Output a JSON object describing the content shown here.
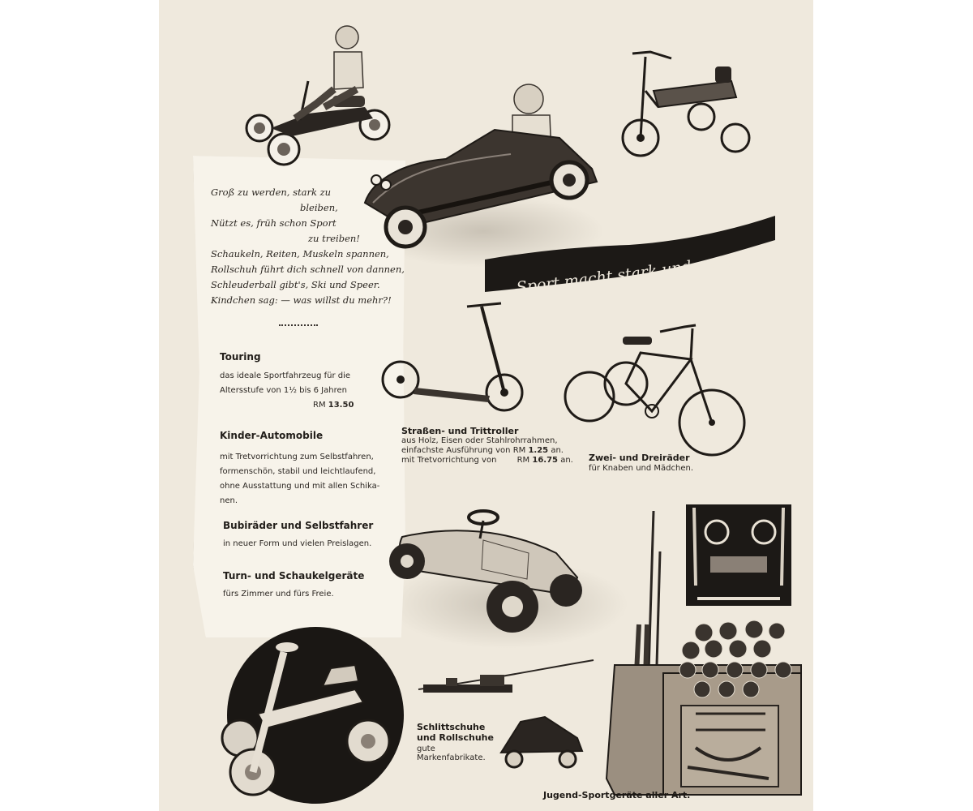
{
  "poem": {
    "lines": [
      "Groß zu werden, stark zu",
      "bleiben,",
      "Nützt es, früh schon Sport",
      "zu treiben!",
      "Schaukeln, Reiten, Muskeln spannen,",
      "Rollschuh führt dich schnell von dannen,",
      "Schleuderball gibt's, Ski und Speer.",
      "Kindchen sag: — was willst du mehr?!"
    ]
  },
  "sections": [
    {
      "title": "Touring",
      "lines": [
        "das ideale Sportfahrzeug für die",
        "Altersstufe von 1½ bis 6 Jahren"
      ],
      "price_label": "RM",
      "price": "13.50"
    },
    {
      "title": "Kinder-Automobile",
      "lines": [
        "mit Tretvorrichtung zum Selbstfahren,",
        "formenschön, stabil und leichtlaufend,",
        "ohne Ausstattung und mit allen Schika-",
        "nen."
      ]
    },
    {
      "title": "Bubiräder und Selbstfahrer",
      "lines": [
        "in neuer Form und vielen Preislagen."
      ]
    },
    {
      "title": "Turn- und Schaukelgeräte",
      "lines": [
        "fürs Zimmer und fürs Freie."
      ]
    }
  ],
  "banner": {
    "text": "Sport macht stark und gesund!"
  },
  "captions": {
    "roller": {
      "title": "Straßen- und Trittroller",
      "line1": "aus Holz, Eisen oder Stahlrohrrahmen,",
      "line2_text": "einfachste Ausführung von",
      "line2_currency": "RM",
      "line2_price": "1.25",
      "line2_suffix": "an.",
      "line3_text": "mit Tretvorrichtung von",
      "line3_currency": "RM",
      "line3_price": "16.75",
      "line3_suffix": "an."
    },
    "bikes": {
      "title": "Zwei- und Dreiräder",
      "text": "für Knaben und Mädchen."
    },
    "skates": {
      "title1": "Schlittschuhe",
      "title2": "und Rollschuhe",
      "text1": "gute",
      "text2": "Markenfabrikate."
    },
    "youth": {
      "title": "Jugend-Sportgeräte aller Art."
    }
  },
  "colors": {
    "paper": "#efe9dd",
    "ink": "#221e1a",
    "banner": "#1c1916"
  }
}
